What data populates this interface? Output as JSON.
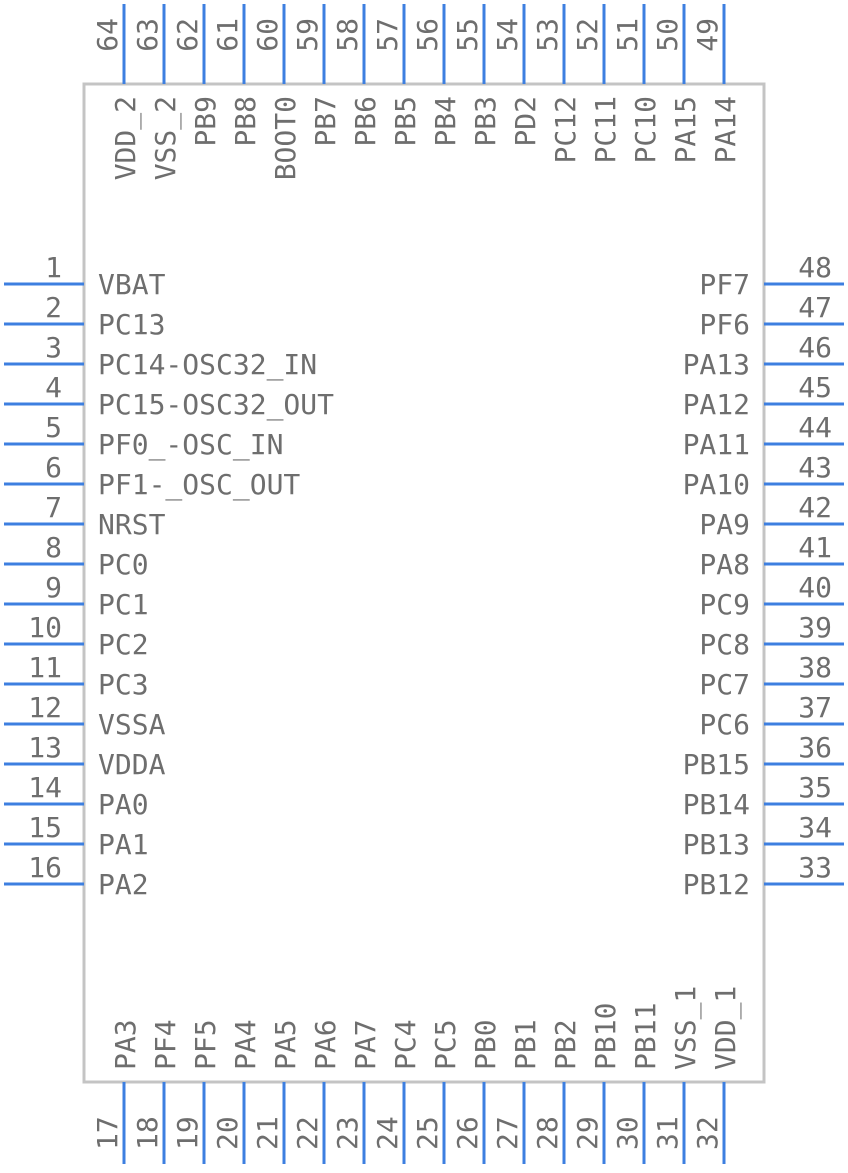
{
  "colors": {
    "pin": "#3d7fe0",
    "body_outline": "#c4c4c4",
    "text": "#6e6e6e"
  },
  "pins": {
    "left": [
      {
        "num": "1",
        "label": "VBAT"
      },
      {
        "num": "2",
        "label": "PC13"
      },
      {
        "num": "3",
        "label": "PC14-OSC32_IN"
      },
      {
        "num": "4",
        "label": "PC15-OSC32_OUT"
      },
      {
        "num": "5",
        "label": "PF0_-OSC_IN"
      },
      {
        "num": "6",
        "label": "PF1-_OSC_OUT"
      },
      {
        "num": "7",
        "label": "NRST"
      },
      {
        "num": "8",
        "label": "PC0"
      },
      {
        "num": "9",
        "label": "PC1"
      },
      {
        "num": "10",
        "label": "PC2"
      },
      {
        "num": "11",
        "label": "PC3"
      },
      {
        "num": "12",
        "label": "VSSA"
      },
      {
        "num": "13",
        "label": "VDDA"
      },
      {
        "num": "14",
        "label": "PA0"
      },
      {
        "num": "15",
        "label": "PA1"
      },
      {
        "num": "16",
        "label": "PA2"
      }
    ],
    "bottom": [
      {
        "num": "17",
        "label": "PA3"
      },
      {
        "num": "18",
        "label": "PF4"
      },
      {
        "num": "19",
        "label": "PF5"
      },
      {
        "num": "20",
        "label": "PA4"
      },
      {
        "num": "21",
        "label": "PA5"
      },
      {
        "num": "22",
        "label": "PA6"
      },
      {
        "num": "23",
        "label": "PA7"
      },
      {
        "num": "24",
        "label": "PC4"
      },
      {
        "num": "25",
        "label": "PC5"
      },
      {
        "num": "26",
        "label": "PB0"
      },
      {
        "num": "27",
        "label": "PB1"
      },
      {
        "num": "28",
        "label": "PB2"
      },
      {
        "num": "29",
        "label": "PB10"
      },
      {
        "num": "30",
        "label": "PB11"
      },
      {
        "num": "31",
        "label": "VSS_1"
      },
      {
        "num": "32",
        "label": "VDD_1"
      }
    ],
    "right": [
      {
        "num": "33",
        "label": "PB12"
      },
      {
        "num": "34",
        "label": "PB13"
      },
      {
        "num": "35",
        "label": "PB14"
      },
      {
        "num": "36",
        "label": "PB15"
      },
      {
        "num": "37",
        "label": "PC6"
      },
      {
        "num": "38",
        "label": "PC7"
      },
      {
        "num": "39",
        "label": "PC8"
      },
      {
        "num": "40",
        "label": "PC9"
      },
      {
        "num": "41",
        "label": "PA8"
      },
      {
        "num": "42",
        "label": "PA9"
      },
      {
        "num": "43",
        "label": "PA10"
      },
      {
        "num": "44",
        "label": "PA11"
      },
      {
        "num": "45",
        "label": "PA12"
      },
      {
        "num": "46",
        "label": "PA13"
      },
      {
        "num": "47",
        "label": "PF6"
      },
      {
        "num": "48",
        "label": "PF7"
      }
    ],
    "top": [
      {
        "num": "49",
        "label": "PA14"
      },
      {
        "num": "50",
        "label": "PA15"
      },
      {
        "num": "51",
        "label": "PC10"
      },
      {
        "num": "52",
        "label": "PC11"
      },
      {
        "num": "53",
        "label": "PC12"
      },
      {
        "num": "54",
        "label": "PD2"
      },
      {
        "num": "55",
        "label": "PB3"
      },
      {
        "num": "56",
        "label": "PB4"
      },
      {
        "num": "57",
        "label": "PB5"
      },
      {
        "num": "58",
        "label": "PB6"
      },
      {
        "num": "59",
        "label": "PB7"
      },
      {
        "num": "60",
        "label": "BOOT0"
      },
      {
        "num": "61",
        "label": "PB8"
      },
      {
        "num": "62",
        "label": "PB9"
      },
      {
        "num": "63",
        "label": "VSS_2"
      },
      {
        "num": "64",
        "label": "VDD_2"
      }
    ]
  }
}
